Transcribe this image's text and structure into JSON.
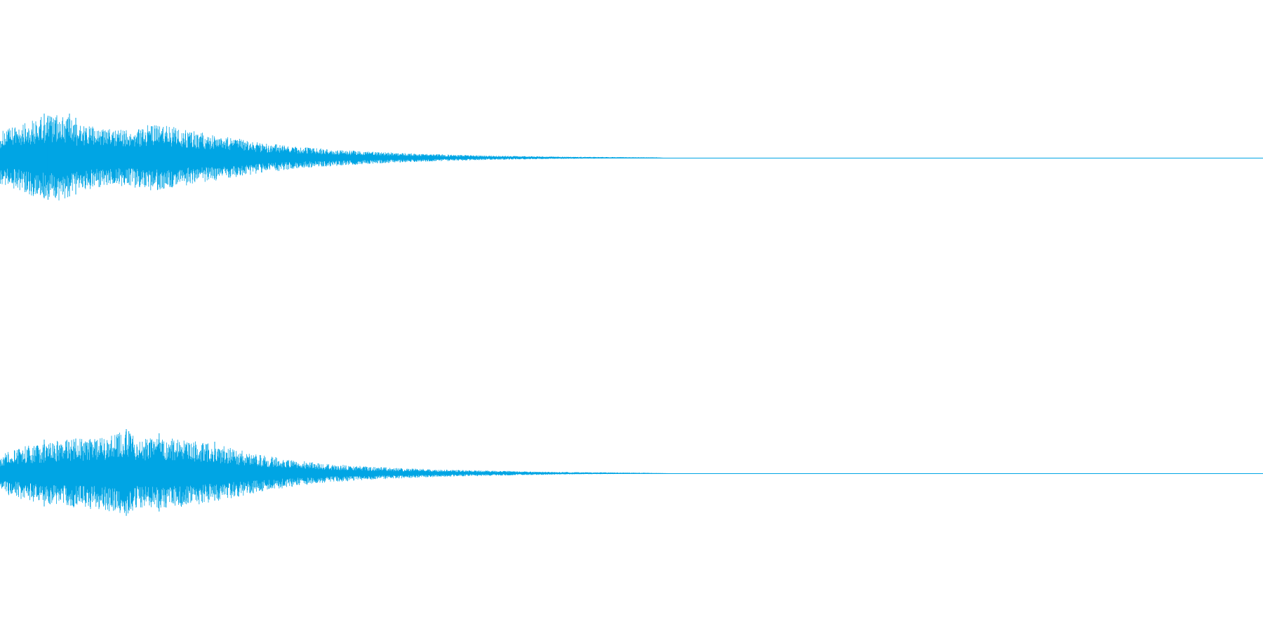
{
  "waveform": {
    "color": "#00a5e4",
    "background": "#ffffff",
    "channels": [
      {
        "id": "channel-1",
        "envelope": [
          [
            0.0,
            0.25
          ],
          [
            0.02,
            0.34
          ],
          [
            0.035,
            0.4
          ],
          [
            0.05,
            0.42
          ],
          [
            0.06,
            0.33
          ],
          [
            0.08,
            0.28
          ],
          [
            0.1,
            0.27
          ],
          [
            0.12,
            0.32
          ],
          [
            0.135,
            0.3
          ],
          [
            0.15,
            0.26
          ],
          [
            0.17,
            0.22
          ],
          [
            0.19,
            0.18
          ],
          [
            0.21,
            0.14
          ],
          [
            0.24,
            0.1
          ],
          [
            0.27,
            0.075
          ],
          [
            0.3,
            0.055
          ],
          [
            0.33,
            0.04
          ],
          [
            0.36,
            0.028
          ],
          [
            0.4,
            0.018
          ],
          [
            0.44,
            0.011
          ],
          [
            0.48,
            0.007
          ],
          [
            0.52,
            0.004
          ],
          [
            0.525,
            0.0
          ]
        ],
        "spikes": [
          [
            0.035,
            0.42
          ],
          [
            0.038,
            0.4
          ],
          [
            0.045,
            0.36
          ],
          [
            0.055,
            0.42
          ],
          [
            0.06,
            0.38
          ],
          [
            0.12,
            0.3
          ]
        ]
      },
      {
        "id": "channel-2",
        "envelope": [
          [
            0.0,
            0.18
          ],
          [
            0.02,
            0.26
          ],
          [
            0.04,
            0.3
          ],
          [
            0.06,
            0.33
          ],
          [
            0.08,
            0.35
          ],
          [
            0.1,
            0.4
          ],
          [
            0.11,
            0.33
          ],
          [
            0.13,
            0.34
          ],
          [
            0.15,
            0.31
          ],
          [
            0.17,
            0.28
          ],
          [
            0.19,
            0.22
          ],
          [
            0.21,
            0.17
          ],
          [
            0.23,
            0.13
          ],
          [
            0.26,
            0.09
          ],
          [
            0.29,
            0.065
          ],
          [
            0.32,
            0.048
          ],
          [
            0.35,
            0.035
          ],
          [
            0.39,
            0.024
          ],
          [
            0.43,
            0.015
          ],
          [
            0.47,
            0.009
          ],
          [
            0.51,
            0.005
          ],
          [
            0.53,
            0.0
          ]
        ],
        "spikes": [
          [
            0.1,
            0.42
          ],
          [
            0.102,
            0.4
          ],
          [
            0.126,
            0.38
          ],
          [
            0.17,
            0.3
          ],
          [
            0.035,
            0.32
          ],
          [
            0.06,
            0.33
          ]
        ]
      }
    ]
  }
}
